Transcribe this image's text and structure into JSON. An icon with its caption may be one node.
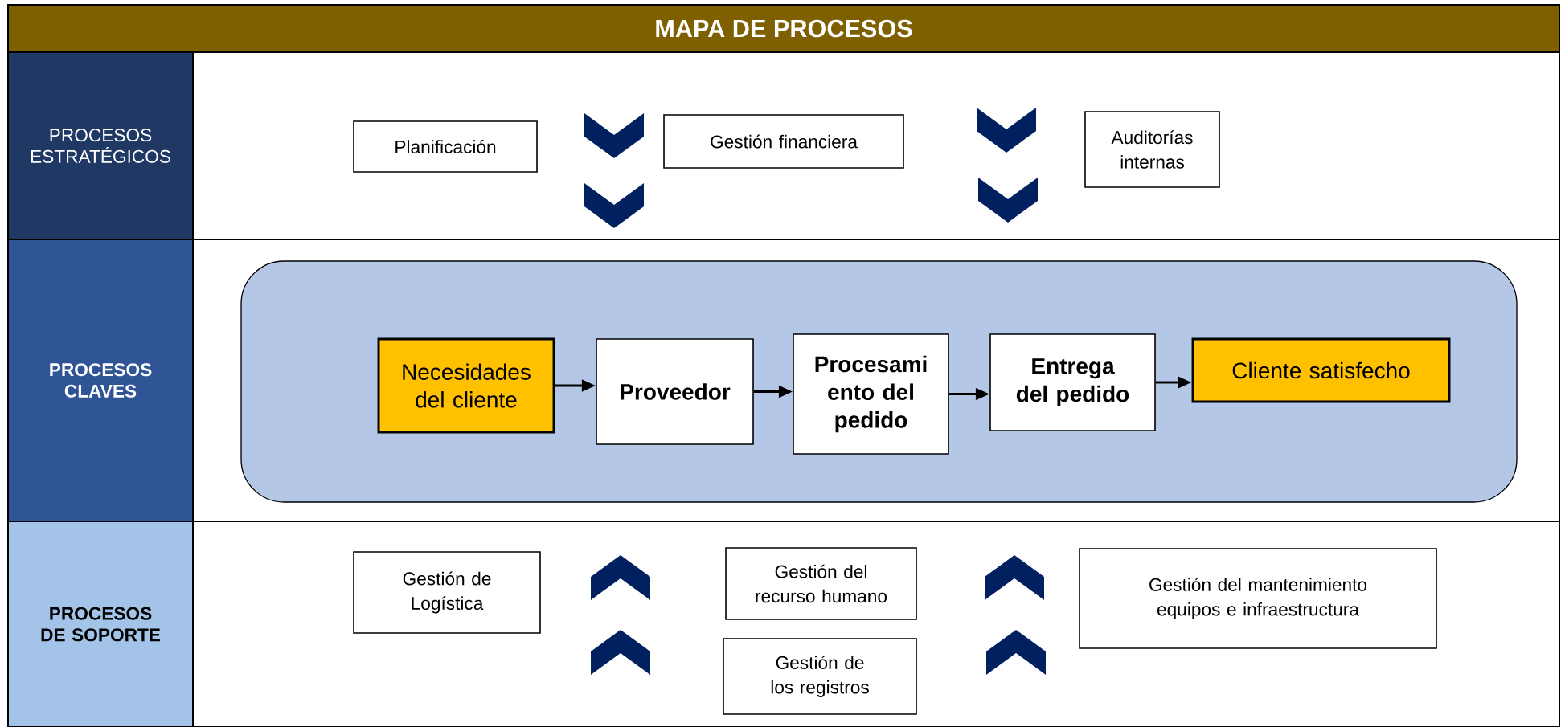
{
  "diagram": {
    "title": "MAPA DE PROCESOS",
    "nodes": [
      {
        "text": [
          "PROCESOS ESTRATÉGICOS"
        ]
      },
      {
        "text": [
          "PROCESOS CLAVES"
        ]
      },
      {
        "text": [
          "PROCESOS DE SOPORTE"
        ]
      },
      {
        "text": [
          "Planificación"
        ]
      },
      {
        "text": [
          "Gestión financiera"
        ]
      },
      {
        "text": [
          "Auditorías internas"
        ]
      },
      {
        "text": [],
        "shape": "box"
      },
      {
        "text": [
          "Necesidades del cliente"
        ],
        "in": 6
      },
      {
        "text": [
          "Proveedor"
        ],
        "in": 6
      },
      {
        "text": [
          "Procesami ento del pedido"
        ],
        "in": 6
      },
      {
        "text": [
          "Entrega del pedido"
        ],
        "in": 6
      },
      {
        "text": [
          "Cliente satisfecho"
        ],
        "in": 6
      },
      {
        "text": [
          "Gestión de Logística"
        ]
      },
      {
        "text": [
          "Gestión del recurso humano"
        ]
      },
      {
        "text": [
          "Gestión de los registros"
        ]
      },
      {
        "text": [
          "Gestión del mantenimiento equipos e infraestructura"
        ]
      }
    ],
    "edges": [
      {
        "from": 7,
        "to": 8,
        "arrow": "to"
      },
      {
        "from": 8,
        "to": 9,
        "arrow": "to"
      },
      {
        "from": 9,
        "to": 10,
        "arrow": "to"
      },
      {
        "from": 10,
        "to": 11,
        "arrow": "to"
      }
    ]
  }
}
